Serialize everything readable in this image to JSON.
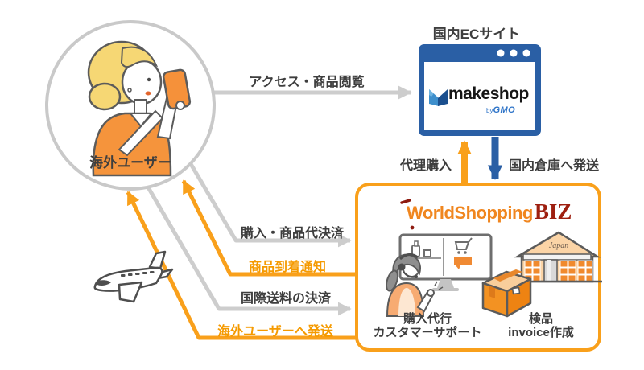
{
  "diagram": {
    "user": {
      "label": "海外ユーザー"
    },
    "ec_site": {
      "title": "国内ECサイト",
      "brand": "makeshop",
      "byline_by": "by",
      "byline_gmo": "GMO"
    },
    "worldshopping": {
      "brand": "WorldShopping",
      "brand_suffix": "BIZ",
      "warehouse_label": "Japan",
      "services": [
        {
          "line1": "購入代行",
          "line2": "カスタマーサポート"
        },
        {
          "line1": "検品",
          "line2": "invoice作成"
        }
      ]
    },
    "arrows": [
      {
        "id": "access",
        "label": "アクセス・商品閲覧",
        "color": "gray"
      },
      {
        "id": "proxy-purchase",
        "label": "代理購入",
        "color": "orange"
      },
      {
        "id": "ship-to-warehouse",
        "label": "国内倉庫へ発送",
        "color": "blue"
      },
      {
        "id": "purchase-payment",
        "label": "購入・商品代決済",
        "color": "gray"
      },
      {
        "id": "arrival-notice",
        "label": "商品到着通知",
        "color": "orange"
      },
      {
        "id": "intl-shipping-payment",
        "label": "国際送料の決済",
        "color": "gray"
      },
      {
        "id": "ship-to-overseas-user",
        "label": "海外ユーザーへ発送",
        "color": "orange"
      }
    ],
    "colors": {
      "orange": "#F9A01B",
      "orange_text": "#F59A00",
      "blue": "#2A5FA5",
      "gray_arrow": "#CDCDCD",
      "circle_border": "#C9C9C9",
      "logo_orange": "#F0861F",
      "logo_dark_red": "#9E1F10",
      "text_dark": "#3E3E3E"
    }
  }
}
